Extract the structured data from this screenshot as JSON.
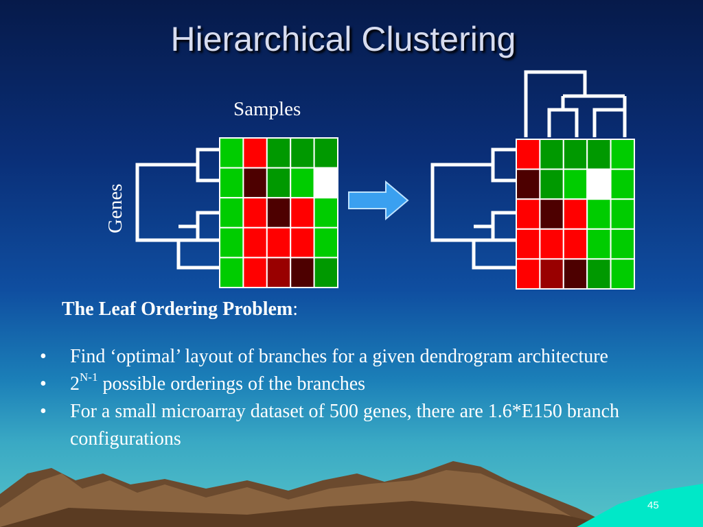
{
  "slide": {
    "title": "Hierarchical Clustering",
    "samples_label": "Samples",
    "genes_label": "Genes",
    "problem_title": "The Leaf Ordering Problem",
    "problem_colon": ":",
    "bullets": [
      {
        "text": "Find ‘optimal’ layout of branches for a given dendrogram architecture"
      },
      {
        "base": "2",
        "sup": "N-1",
        "rest": " possible orderings of the branches"
      },
      {
        "text": "For a small microarray dataset of 500 genes, there are 1.6*E150 branch configurations"
      }
    ],
    "page_number": "45"
  },
  "colors": {
    "bright_red": "#ff0000",
    "dark_red": "#990000",
    "very_dark_red": "#4d0000",
    "bright_green": "#00cc00",
    "dark_green": "#009900",
    "white": "#ffffff",
    "arrow": "#3aa0f0"
  },
  "heatmap_left": [
    [
      "bright_green",
      "bright_red",
      "dark_green",
      "dark_green",
      "dark_green"
    ],
    [
      "bright_green",
      "very_dark_red",
      "dark_green",
      "bright_green",
      "white"
    ],
    [
      "bright_green",
      "bright_red",
      "very_dark_red",
      "bright_red",
      "bright_green"
    ],
    [
      "bright_green",
      "bright_red",
      "bright_red",
      "bright_red",
      "bright_green"
    ],
    [
      "bright_green",
      "bright_red",
      "dark_red",
      "very_dark_red",
      "dark_green"
    ]
  ],
  "heatmap_right": [
    [
      "bright_red",
      "dark_green",
      "dark_green",
      "dark_green",
      "bright_green"
    ],
    [
      "very_dark_red",
      "dark_green",
      "bright_green",
      "white",
      "bright_green"
    ],
    [
      "bright_red",
      "very_dark_red",
      "bright_red",
      "bright_green",
      "bright_green"
    ],
    [
      "bright_red",
      "bright_red",
      "bright_red",
      "bright_green",
      "bright_green"
    ],
    [
      "bright_red",
      "dark_red",
      "very_dark_red",
      "dark_green",
      "bright_green"
    ]
  ]
}
